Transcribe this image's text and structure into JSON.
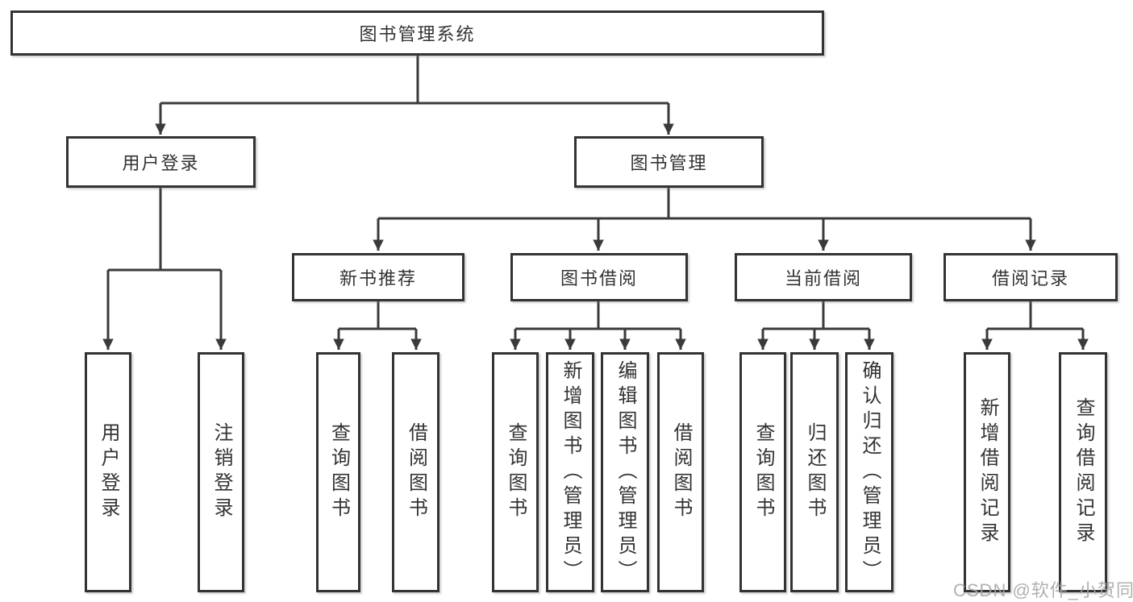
{
  "tree": {
    "label": "图书管理系统",
    "children": [
      {
        "label": "用户登录",
        "children": [
          {
            "label": "用户登录"
          },
          {
            "label": "注销登录"
          }
        ]
      },
      {
        "label": "图书管理",
        "children": [
          {
            "label": "新书推荐",
            "children": [
              {
                "label": "查询图书"
              },
              {
                "label": "借阅图书"
              }
            ]
          },
          {
            "label": "图书借阅",
            "children": [
              {
                "label": "查询图书"
              },
              {
                "label": "新增图书（管理员）"
              },
              {
                "label": "编辑图书（管理员）"
              },
              {
                "label": "借阅图书"
              }
            ]
          },
          {
            "label": "当前借阅",
            "children": [
              {
                "label": "查询图书"
              },
              {
                "label": "归还图书"
              },
              {
                "label": "确认归还（管理员）"
              }
            ]
          },
          {
            "label": "借阅记录",
            "children": [
              {
                "label": "新增借阅记录"
              },
              {
                "label": "查询借阅记录"
              }
            ]
          }
        ]
      }
    ]
  },
  "watermark": {
    "text": "CSDN @软件_小贺同学"
  },
  "colors": {
    "box_border": "#333333",
    "connector_line": "#3a3a3a",
    "text": "#333333",
    "background": "#ffffff",
    "watermark": "#a8a4a4"
  }
}
